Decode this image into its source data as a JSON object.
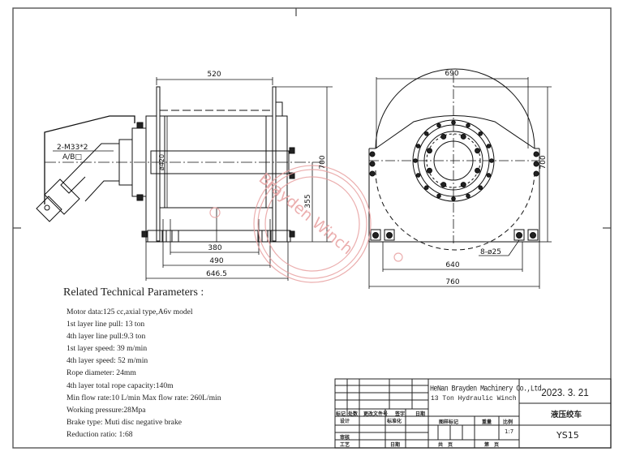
{
  "drawing": {
    "title_cn": "液压绞车",
    "date": "2023. 3. 21",
    "company": "HeNan Brayden Machinery Co.,Ltd",
    "subtitle": "13 Ton Hydraulic Winch",
    "model": "YS15",
    "watermark": "Brayden Winch",
    "colors": {
      "line": "#111111",
      "frame": "#555555",
      "watermark": "#e8a0a0"
    }
  },
  "side_view": {
    "dim_drum_width": "520",
    "dim_drum_dia": "ø420",
    "dim_height": "700",
    "dim_center_height": "355",
    "dim_bolt_inner": "380",
    "dim_bolt_outer": "490",
    "dim_overall_length": "646.5",
    "port_label_1": "2-M33*2",
    "port_label_2": "A/B□"
  },
  "front_view": {
    "dim_width": "690",
    "dim_height": "700",
    "dim_bolt_spacing": "640",
    "dim_base_width": "760",
    "mounting_holes": "8-ø25"
  },
  "parameters": {
    "heading": "Related Technical Parameters :",
    "items": [
      "Motor data:125 cc,axial type,A6v model",
      "1st layer line pull: 13 ton",
      "4th layer line pull:9.3 ton",
      "1st layer speed: 39 m/min",
      "4th layer speed: 52 m/min",
      "Rope diameter: 24mm",
      "4th layer total rope capacity:140m",
      "Min flow rate:10 L/min Max flow rate: 260L/min",
      "Working pressure:28Mpa",
      "Brake type: Muti disc negative brake",
      "Reduction ratio: 1:68"
    ]
  },
  "title_block": {
    "mark": "标记",
    "count": "处数",
    "change_doc": "更改文件号",
    "sign": "签字",
    "date": "日期",
    "design": "设计",
    "standard": "标准化",
    "review": "审核",
    "process": "工艺",
    "date2": "日期",
    "drawing_mark": "图样标记",
    "weight": "重量",
    "scale": "比例",
    "scale_value": "1:7",
    "total_pages": "共　页",
    "page_no": "第　页"
  }
}
